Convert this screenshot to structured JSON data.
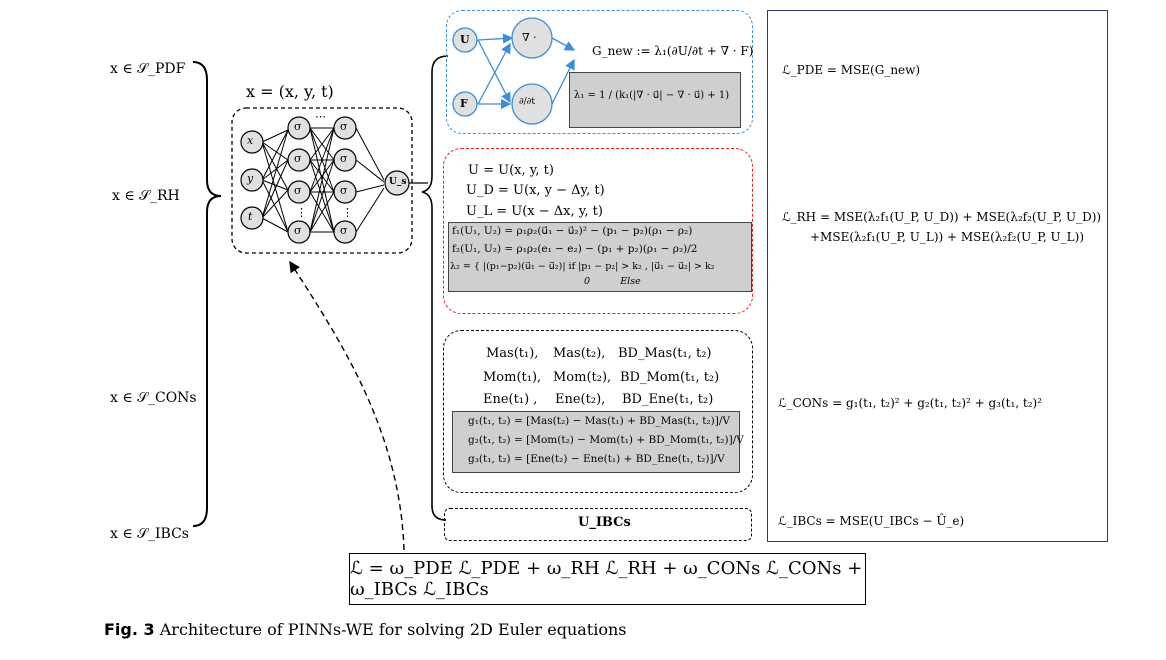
{
  "inputs": {
    "pdf": "x ∈ 𝒮_PDF",
    "rh": "x ∈ 𝒮_RH",
    "cons": "x ∈ 𝒮_CONs",
    "ibcs": "x ∈ 𝒮_IBCs"
  },
  "network": {
    "title": "x = (x, y, t)",
    "inputs": [
      "x",
      "y",
      "t"
    ],
    "hidden": "σ",
    "dots": "⋯",
    "vdots": "⋮",
    "output": "U_s"
  },
  "pde": {
    "node_u": "U",
    "node_f": "F",
    "node_div": "∇ ·",
    "node_dt": "∂/∂t",
    "g_new": "G_new := λ₁(∂U/∂t + ∇ · F)",
    "lambda1": "λ₁ = 1 / (k₁(|∇ · u⃗| − ∇ · u⃗) + 1)"
  },
  "rh": {
    "u": "U = U(x, y, t)",
    "ud": "U_D = U(x, y − Δy, t)",
    "ul": "U_L = U(x − Δx, y, t)",
    "f1": "f₁(U₁, U₂) = ρ₁ρ₂(u⃗₁ − u⃗₂)² − (p₁ − p₂)(ρ₁ − ρ₂)",
    "f2": "f₂(U₁, U₂) = ρ₁ρ₂(e₁ − e₂) − (p₁ + p₂)(ρ₁ − ρ₂)/2",
    "lambda2_a": "λ₂ = { |(p₁−p₂)(u⃗₁ − u⃗₂)|   if |p₁ − p₂| > k₂ , |u⃗₁ − u⃗₂| > k₂",
    "lambda2_b": "0          Else"
  },
  "cons": {
    "row1": [
      "Mas(t₁),",
      "Mas(t₂),",
      "BD_Mas(t₁, t₂)"
    ],
    "row2": [
      "Mom(t₁),",
      "Mom(t₂),",
      "BD_Mom(t₁, t₂)"
    ],
    "row3": [
      "Ene(t₁) ,",
      "Ene(t₂),",
      "BD_Ene(t₁, t₂)"
    ],
    "g1": "g₁(t₁, t₂) = [Mas(t₂) − Mas(t₁) + BD_Mas(t₁, t₂)]/V",
    "g2": "g₂(t₁, t₂) = [Mom(t₂) − Mom(t₁) + BD_Mom(t₁, t₂)]/V",
    "g3": "g₃(t₁, t₂) = [Ene(t₂) − Ene(t₁) + BD_Ene(t₁, t₂)]/V"
  },
  "ibcs": {
    "label": "U_IBCs"
  },
  "losses": {
    "pde": "ℒ_PDE = MSE(G_new)",
    "rh1": "ℒ_RH = MSE(λ₂f₁(U_P, U_D)) + MSE(λ₂f₂(U_P, U_D))",
    "rh2": "+MSE(λ₂f₁(U_P, U_L)) + MSE(λ₂f₂(U_P, U_L))",
    "cons": "ℒ_CONs = g₁(t₁, t₂)² + g₂(t₁, t₂)² + g₃(t₁, t₂)²",
    "ibcs": "ℒ_IBCs = MSE(U_IBCs − Û_e)"
  },
  "total_loss": "ℒ = ω_PDE ℒ_PDE + ω_RH ℒ_RH + ω_CONs ℒ_CONs + ω_IBCs ℒ_IBCs",
  "caption": {
    "label": "Fig. 3",
    "text": "Architecture of PINNs-WE for solving 2D Euler equations"
  },
  "colors": {
    "pde_border": "#3b8fd8",
    "rh_border": "#e8201c",
    "grey_fill": "#cfcfcf",
    "node_fill": "#e0e0e0"
  }
}
